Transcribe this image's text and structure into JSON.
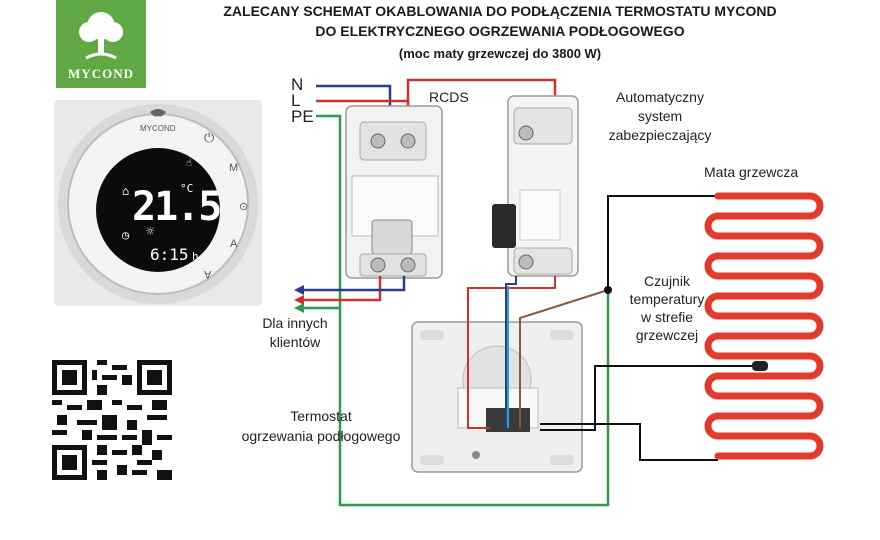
{
  "logo": {
    "brand": "MYCOND"
  },
  "title": {
    "line1": "ZALECANY SCHEMAT OKABLOWANIA DO PODŁĄCZENIA TERMOSTATU MYCOND",
    "line2": "DO ELEKTRYCZNEGO OGRZEWANIA PODŁOGOWEGO",
    "line3": "(moc maty grzewczej do 3800 W)"
  },
  "wires": {
    "n": "N",
    "l": "L",
    "pe": "PE"
  },
  "rcds": {
    "label": "RCDS"
  },
  "breaker": {
    "line1": "Automatyczny",
    "line2": "system",
    "line3": "zabezpieczający"
  },
  "mat": {
    "label": "Mata grzewcza"
  },
  "sensor": {
    "line1": "Czujnik",
    "line2": "temperatury",
    "line3": "w strefie",
    "line4": "grzewczej"
  },
  "clients": {
    "line1": "Dla innych",
    "line2": "klientów"
  },
  "thermostat_label": {
    "line1": "Termostat",
    "line2": "ogrzewania podłogowego"
  },
  "device": {
    "brand": "MYCOND",
    "temperature": "21.5",
    "unit": "°C",
    "time": "6:15",
    "time_suffix": "h",
    "btn_power": "⏻",
    "btn_mode": "M",
    "btn_clock": "⊙",
    "btn_up": "A",
    "btn_down": "A"
  },
  "colors": {
    "brand_green": "#5fa844",
    "wire_red": "#d0312d",
    "wire_blue": "#2e3b8c",
    "wire_green": "#2f9a4a",
    "wire_brown": "#8a5a3c",
    "mat_red": "#e23b2e"
  }
}
